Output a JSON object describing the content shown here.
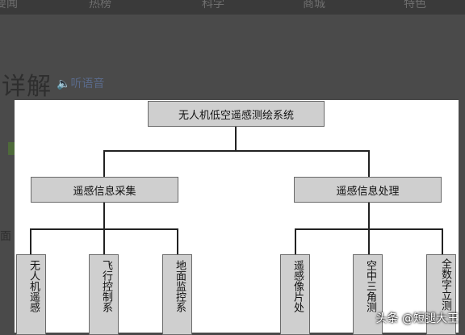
{
  "background": {
    "nav_items": [
      "要闻",
      "热榜",
      "科学",
      "商城",
      "特色"
    ],
    "title": "详解",
    "audio_label": "听语音",
    "side_text": "面"
  },
  "diagram": {
    "root": "无人机低空遥感测绘系统",
    "branches": [
      {
        "label": "遥感信息采集",
        "children": [
          "无人机遥感",
          "飞行控制系",
          "地面监控系"
        ]
      },
      {
        "label": "遥感信息处理",
        "children": [
          "遥感像片处",
          "空中三角测",
          "全数字立测"
        ]
      }
    ]
  },
  "watermark": "头条 @短腿大王",
  "colors": {
    "box_fill": "#cfcfcf",
    "box_border": "#6a6a6a",
    "line": "#222222",
    "page_bg": "#4a4a4a"
  }
}
